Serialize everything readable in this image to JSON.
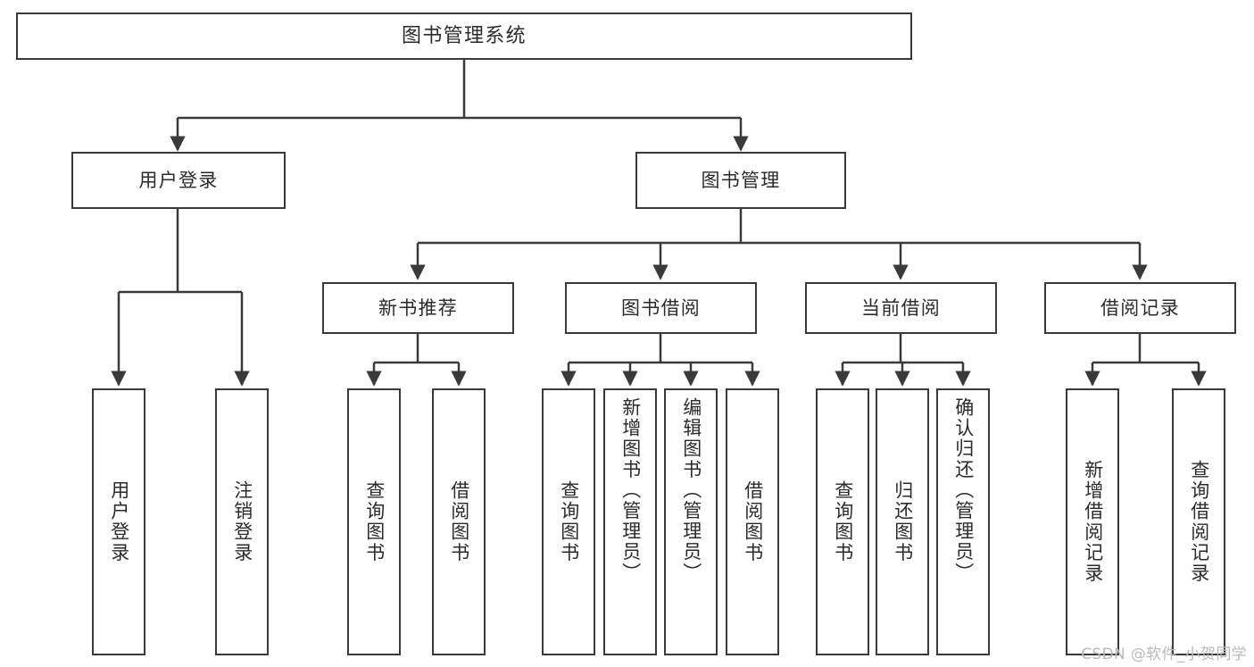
{
  "diagram": {
    "type": "tree-hierarchy",
    "title": "图书管理系统",
    "watermark": "CSDN @软件_小贺同学",
    "colors": {
      "stroke": "#3a3a3a",
      "fill": "#ffffff",
      "text": "#2b2b2b",
      "watermark": "#b9b9b9"
    },
    "nodes": {
      "root": {
        "label": "图书管理系统"
      },
      "level1": [
        {
          "label": "用户登录"
        },
        {
          "label": "图书管理"
        }
      ],
      "level2": [
        {
          "label": "新书推荐"
        },
        {
          "label": "图书借阅"
        },
        {
          "label": "当前借阅"
        },
        {
          "label": "借阅记录"
        }
      ],
      "leaves_user_login": [
        {
          "label": "用户登录"
        },
        {
          "label": "注销登录"
        }
      ],
      "leaves_new_book": [
        {
          "label": "查询图书"
        },
        {
          "label": "借阅图书"
        }
      ],
      "leaves_borrow": [
        {
          "label": "查询图书"
        },
        {
          "label": "新增图书（管理员）"
        },
        {
          "label": "编辑图书（管理员）"
        },
        {
          "label": "借阅图书"
        }
      ],
      "leaves_current": [
        {
          "label": "查询图书"
        },
        {
          "label": "归还图书"
        },
        {
          "label": "确认归还（管理员）"
        }
      ],
      "leaves_record": [
        {
          "label": "新增借阅记录"
        },
        {
          "label": "查询借阅记录"
        }
      ]
    }
  }
}
